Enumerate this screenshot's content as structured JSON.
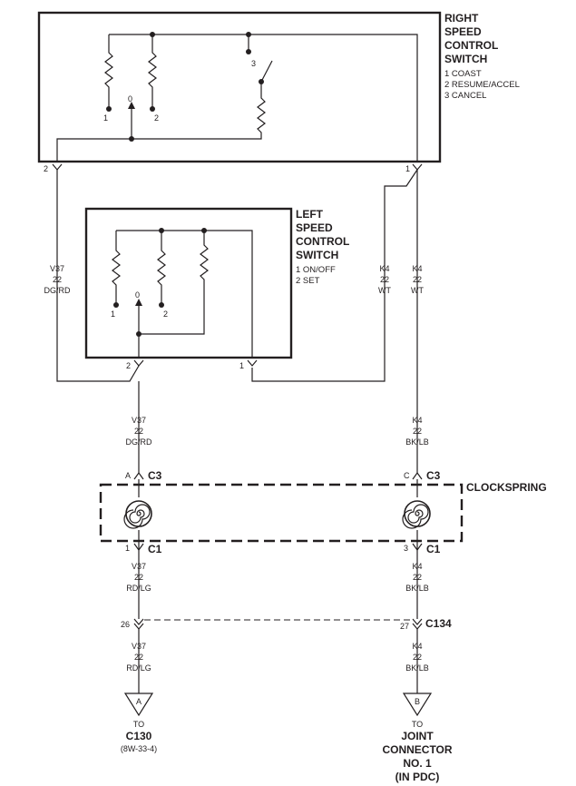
{
  "right_switch": {
    "title": [
      "RIGHT",
      "SPEED",
      "CONTROL",
      "SWITCH"
    ],
    "legend": [
      "1 COAST",
      "2 RESUME/ACCEL",
      "3 CANCEL"
    ],
    "contacts": {
      "c1": "1",
      "c0": "0",
      "c2": "2",
      "c3": "3"
    },
    "pins": {
      "left": "2",
      "right": "1"
    }
  },
  "left_switch": {
    "title": [
      "LEFT",
      "SPEED",
      "CONTROL",
      "SWITCH"
    ],
    "legend": [
      "1 ON/OFF",
      "2 SET"
    ],
    "contacts": {
      "c1": "1",
      "c0": "0",
      "c2": "2"
    },
    "pins": {
      "left": "2",
      "right": "1"
    }
  },
  "wires": {
    "v37_a": [
      "V37",
      "22",
      "DG/RD"
    ],
    "k4_a": [
      "K4",
      "22",
      "WT"
    ],
    "k4_b": [
      "K4",
      "22",
      "WT"
    ],
    "v37_b": [
      "V37",
      "22",
      "DG/RD"
    ],
    "k4_c": [
      "K4",
      "22",
      "BK/LB"
    ],
    "v37_c": [
      "V37",
      "22",
      "RD/LG"
    ],
    "k4_d": [
      "K4",
      "22",
      "BK/LB"
    ],
    "v37_d": [
      "V37",
      "22",
      "RD/LG"
    ],
    "k4_e": [
      "K4",
      "22",
      "BK/LB"
    ]
  },
  "clockspring": {
    "label": "CLOCKSPRING",
    "top_connector": "C3",
    "bottom_connector": "C1",
    "pin_a": "A",
    "pin_c": "C",
    "pin_1": "1",
    "pin_3": "3"
  },
  "c134": {
    "label": "C134",
    "pin_left": "26",
    "pin_right": "27"
  },
  "destinations": {
    "left": {
      "marker": "A",
      "to": "TO",
      "name": "C130",
      "ref": "(8W-33-4)"
    },
    "right": {
      "marker": "B",
      "to": "TO",
      "name": [
        "JOINT",
        "CONNECTOR",
        "NO. 1",
        "(IN PDC)"
      ]
    }
  }
}
